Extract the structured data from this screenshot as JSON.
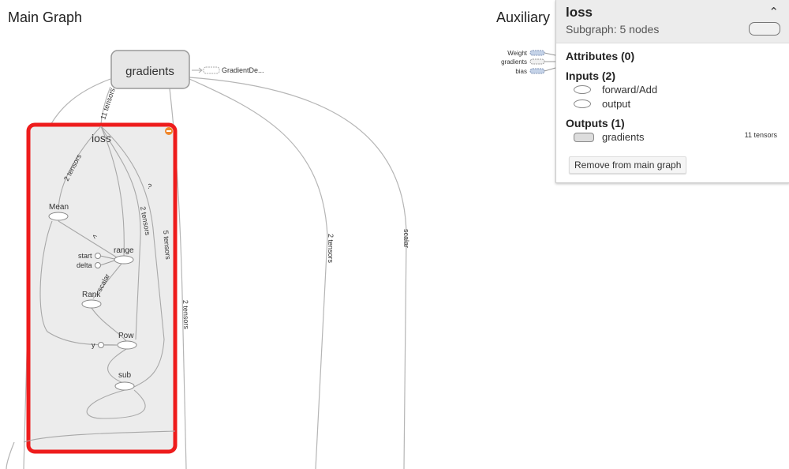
{
  "titles": {
    "main": "Main Graph",
    "auxiliary": "Auxiliary"
  },
  "graph": {
    "gradients_node": "gradients",
    "gradient_descent_node": "GradientDe...",
    "loss_group": "loss",
    "nodes": {
      "mean": "Mean",
      "range": "range",
      "start": "start",
      "delta": "delta",
      "rank": "Rank",
      "pow": "Pow",
      "y": "y",
      "sub": "sub"
    },
    "edge_labels": {
      "e_11_tensors": "11 tensors",
      "e_2_tensors_a": "2 tensors",
      "e_2_tensors_b": "2 tensors",
      "e_5_tensors": "5 tensors",
      "e_2_tensors_c": "2 tensors",
      "e_2_tensors_d": "2 tensors",
      "e_scalar_a": "scalar",
      "e_scalar_b": "scalar"
    },
    "aux_nodes": {
      "weight": "Weight",
      "gradients": "gradients",
      "bias": "bias"
    }
  },
  "panel": {
    "title": "loss",
    "subtitle": "Subgraph: 5 nodes",
    "attributes": "Attributes (0)",
    "inputs": "Inputs (2)",
    "input_items": [
      "forward/Add",
      "output"
    ],
    "outputs": "Outputs (1)",
    "output_items": [
      "gradients"
    ],
    "output_count": "11 tensors",
    "remove_button": "Remove from main graph",
    "collapse_icon": "chevron-up-icon"
  },
  "colors": {
    "selection": "#ee1c1c",
    "group_fill": "#ececec",
    "edge": "#b5b5b5"
  }
}
